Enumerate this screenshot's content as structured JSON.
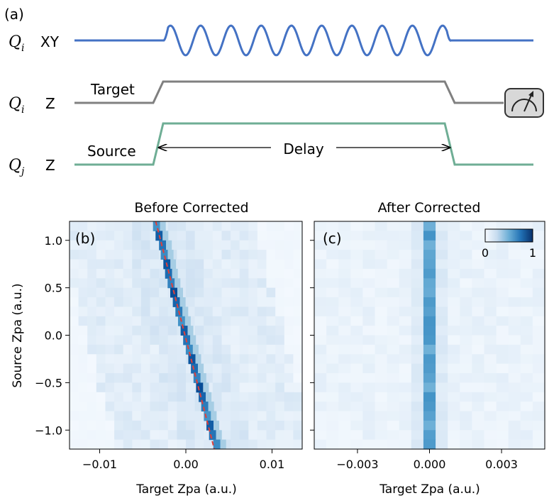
{
  "panel_labels": {
    "a": "(a)",
    "b": "(b)",
    "c": "(c)"
  },
  "pulse_diagram": {
    "rows": [
      {
        "qubit": "Q",
        "sub": "i",
        "line": "XY",
        "color": "#4472c4"
      },
      {
        "qubit": "Q",
        "sub": "i",
        "line": "Z",
        "color": "#808080",
        "pulse_label": "Target"
      },
      {
        "qubit": "Q",
        "sub": "j",
        "line": "Z",
        "color": "#6fae95",
        "pulse_label": "Source"
      }
    ],
    "delay_label": "Delay",
    "measure_icon": "meter-icon"
  },
  "chart_data": [
    {
      "type": "heatmap",
      "title": "Before Corrected",
      "xlabel": "Target Zpa (a.u.)",
      "ylabel": "Source Zpa (a.u.)",
      "xlim": [
        -0.0135,
        0.0135
      ],
      "ylim": [
        -1.2,
        1.2
      ],
      "xticks": [
        -0.01,
        0.0,
        0.01
      ],
      "xtick_labels": [
        "−0.01",
        "0.00",
        "0.01"
      ],
      "yticks": [
        1.0,
        0.5,
        0.0,
        -0.5,
        -1.0
      ],
      "ytick_labels": [
        "1.0",
        "0.5",
        "0.0",
        "−0.5",
        "−1.0"
      ],
      "colormap": "Blues",
      "peak_line": {
        "color": "#e0403a",
        "style": "dashed",
        "x": [
          -0.0035,
          0.0033
        ],
        "y": [
          1.2,
          -1.2
        ]
      },
      "peak_points": [
        {
          "y": 1.15,
          "x": -0.0034
        },
        {
          "y": 1.05,
          "x": -0.0031
        },
        {
          "y": 0.95,
          "x": -0.0027
        },
        {
          "y": 0.85,
          "x": -0.0025
        },
        {
          "y": 0.75,
          "x": -0.0022
        },
        {
          "y": 0.65,
          "x": -0.002
        },
        {
          "y": 0.55,
          "x": -0.0017
        },
        {
          "y": 0.45,
          "x": -0.0014
        },
        {
          "y": 0.35,
          "x": -0.0011
        },
        {
          "y": 0.25,
          "x": -0.0008
        },
        {
          "y": 0.15,
          "x": -0.0005
        },
        {
          "y": 0.05,
          "x": -0.0002
        },
        {
          "y": -0.05,
          "x": 0.0001
        },
        {
          "y": -0.15,
          "x": 0.0004
        },
        {
          "y": -0.25,
          "x": 0.0007
        },
        {
          "y": -0.35,
          "x": 0.001
        },
        {
          "y": -0.45,
          "x": 0.0013
        },
        {
          "y": -0.55,
          "x": 0.0016
        },
        {
          "y": -0.65,
          "x": 0.0019
        },
        {
          "y": -0.75,
          "x": 0.0022
        },
        {
          "y": -0.85,
          "x": 0.0025
        },
        {
          "y": -0.95,
          "x": 0.0028
        },
        {
          "y": -1.05,
          "x": 0.0031
        },
        {
          "y": -1.15,
          "x": 0.0036
        }
      ]
    },
    {
      "type": "heatmap",
      "title": "After Corrected",
      "xlabel": "Target Zpa (a.u.)",
      "xlim": [
        -0.0048,
        0.0048
      ],
      "ylim": [
        -1.2,
        1.2
      ],
      "xticks": [
        -0.003,
        0.0,
        0.003
      ],
      "xtick_labels": [
        "−0.003",
        "0.000",
        "0.003"
      ],
      "colormap": "Blues",
      "peak_x": 0.0,
      "peak_level": 0.55,
      "colorbar": {
        "min": 0,
        "max": 1,
        "min_label": "0",
        "max_label": "1"
      }
    }
  ]
}
